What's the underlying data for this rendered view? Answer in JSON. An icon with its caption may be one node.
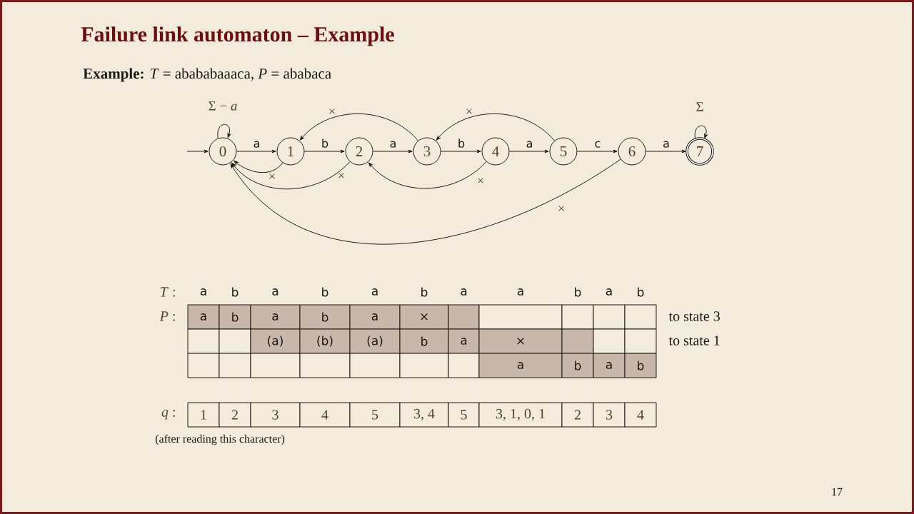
{
  "diagram": {
    "title": "Failure link automaton – Example",
    "nodes": [
      {
        "text": [
          "0"
        ]
      },
      {
        "text": [
          "1"
        ]
      },
      {
        "text": [
          "2"
        ]
      },
      {
        "text": [
          "3"
        ]
      },
      {
        "text": [
          "4"
        ]
      },
      {
        "text": [
          "5"
        ]
      },
      {
        "text": [
          "6"
        ]
      },
      {
        "text": [
          "7"
        ]
      }
    ],
    "edges": [
      {
        "from": null,
        "to": 0,
        "arrow": "to"
      },
      {
        "from": 0,
        "to": 0,
        "arrow": "to",
        "label": "Σ − *a*"
      },
      {
        "from": 0,
        "to": 1,
        "arrow": "to",
        "label": "a"
      },
      {
        "from": 1,
        "to": 2,
        "arrow": "to",
        "label": "b"
      },
      {
        "from": 2,
        "to": 3,
        "arrow": "to",
        "label": "a"
      },
      {
        "from": 3,
        "to": 4,
        "arrow": "to",
        "label": "b"
      },
      {
        "from": 4,
        "to": 5,
        "arrow": "to",
        "label": "a"
      },
      {
        "from": 5,
        "to": 6,
        "arrow": "to",
        "label": "c"
      },
      {
        "from": 6,
        "to": 7,
        "arrow": "to",
        "label": "a"
      },
      {
        "from": 7,
        "to": 7,
        "arrow": "to",
        "label": "Σ"
      },
      {
        "from": 1,
        "to": 0,
        "arrow": "to",
        "label": "×"
      },
      {
        "from": 2,
        "to": 0,
        "arrow": "to",
        "label": "×"
      },
      {
        "from": 3,
        "to": 1,
        "arrow": "to",
        "label": "×"
      },
      {
        "from": 4,
        "to": 2,
        "arrow": "to",
        "label": "×"
      },
      {
        "from": 5,
        "to": 3,
        "arrow": "to",
        "label": "×"
      },
      {
        "from": 6,
        "to": 0,
        "arrow": "to",
        "label": "×"
      }
    ],
    "labels": [
      "**Example:** *T* = abababaaaca, *P* = ababaca",
      "*T* :",
      "a",
      "b",
      "a",
      "b",
      "a",
      "b",
      "a",
      "a",
      "b",
      "a",
      "b",
      "*P* :",
      "a",
      "b",
      "a",
      "b",
      "a",
      "×",
      "to state 3",
      "(a)",
      "(b)",
      "(a)",
      "b",
      "a",
      "×",
      "to state 1",
      "a",
      "b",
      "a",
      "b",
      "*q* :",
      "1",
      "2",
      "3",
      "4",
      "5",
      "3, 4",
      "5",
      "3, 1, 0, 1",
      "2",
      "3",
      "4",
      "(after reading this character)",
      "17"
    ]
  }
}
